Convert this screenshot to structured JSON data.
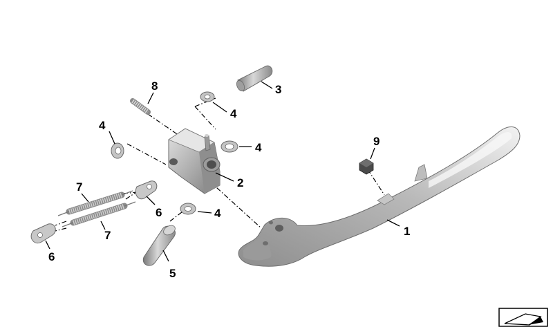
{
  "diagram": {
    "callouts": [
      {
        "id": "1",
        "label": "1"
      },
      {
        "id": "2",
        "label": "2"
      },
      {
        "id": "3",
        "label": "3"
      },
      {
        "id": "4a",
        "label": "4"
      },
      {
        "id": "4b",
        "label": "4"
      },
      {
        "id": "4c",
        "label": "4"
      },
      {
        "id": "4d",
        "label": "4"
      },
      {
        "id": "5",
        "label": "5"
      },
      {
        "id": "6a",
        "label": "6"
      },
      {
        "id": "6b",
        "label": "6"
      },
      {
        "id": "7a",
        "label": "7"
      },
      {
        "id": "7b",
        "label": "7"
      },
      {
        "id": "8",
        "label": "8"
      },
      {
        "id": "9",
        "label": "9"
      }
    ],
    "parts": [
      "side-stand",
      "mounting-bracket",
      "bolt",
      "washer",
      "pin",
      "spring-plate",
      "tension-spring",
      "compression-spring",
      "nut"
    ],
    "colors": {
      "part": "#b3b3b3",
      "part_light": "#dcdcdc",
      "part_dark": "#808080",
      "ink": "#000000"
    }
  }
}
